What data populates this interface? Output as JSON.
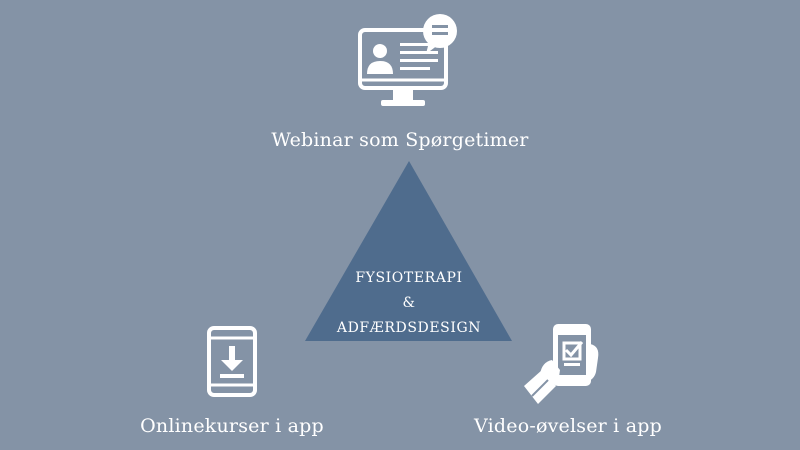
{
  "colors": {
    "background": "#8493a6",
    "triangle": "#4f6c8d",
    "foreground": "#ffffff"
  },
  "center": {
    "line1": "FYSIOTERAPI",
    "line2": "&",
    "line3": "ADFÆRDSDESIGN"
  },
  "nodes": {
    "top": {
      "label": "Webinar som Spørgetimer",
      "icon": "monitor-webinar-icon"
    },
    "left": {
      "label": "Onlinekurser i app",
      "icon": "phone-download-icon"
    },
    "right": {
      "label": "Video-øvelser i app",
      "icon": "hand-phone-check-icon"
    }
  }
}
